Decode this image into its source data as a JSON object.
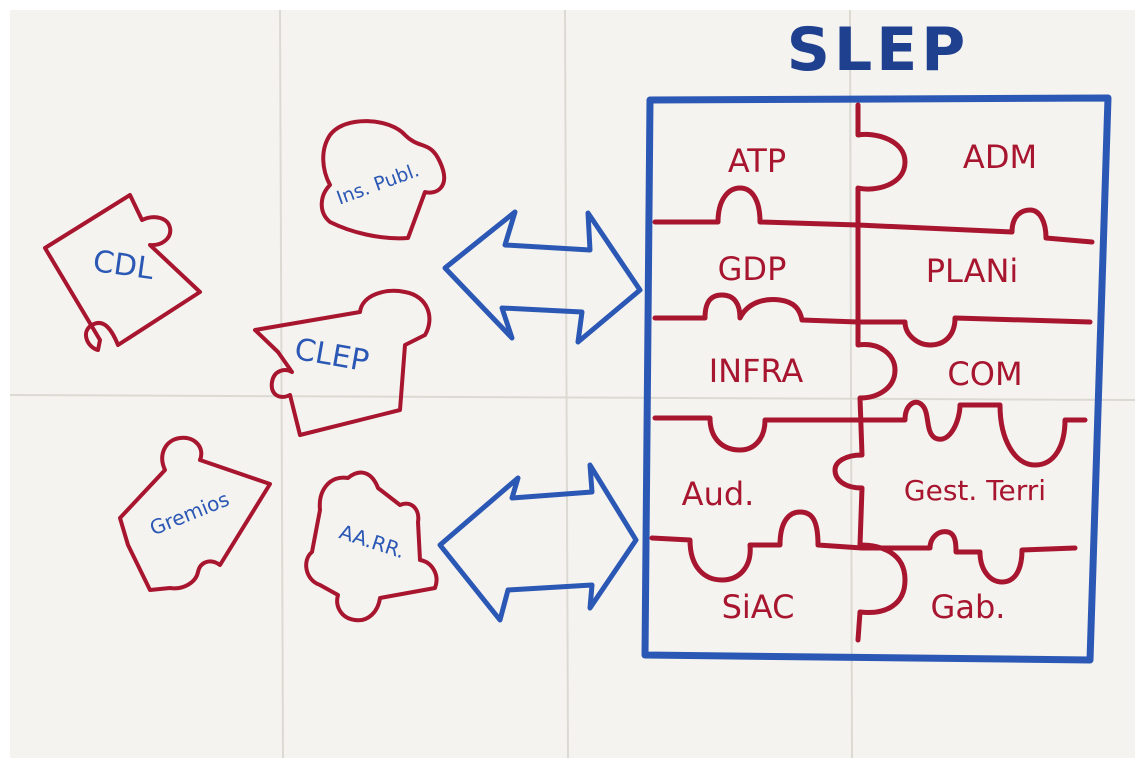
{
  "title": "SLEP",
  "colors": {
    "paper": "#f4f3ef",
    "paper_shadow": "#e6e4de",
    "fold": "#dcd9d2",
    "red": "#a8152f",
    "blue": "#2b57b5",
    "title_blue": "#1f3f8f"
  },
  "external_pieces": [
    {
      "id": "cdl",
      "label": "CDL"
    },
    {
      "id": "ins-publ",
      "label": "Ins. Publ."
    },
    {
      "id": "clep",
      "label": "CLEP"
    },
    {
      "id": "gremios",
      "label": "Gremios"
    },
    {
      "id": "aa-rr",
      "label": "AA.RR."
    }
  ],
  "slep_units": [
    {
      "id": "atp",
      "label": "ATP"
    },
    {
      "id": "adm",
      "label": "ADM"
    },
    {
      "id": "gdp",
      "label": "GDP"
    },
    {
      "id": "plani",
      "label": "PLANi"
    },
    {
      "id": "infra",
      "label": "INFRA"
    },
    {
      "id": "com",
      "label": "COM"
    },
    {
      "id": "aud",
      "label": "Aud."
    },
    {
      "id": "gest-terri",
      "label": "Gest. Terri"
    },
    {
      "id": "siac",
      "label": "SiAC"
    },
    {
      "id": "gab",
      "label": "Gab."
    }
  ],
  "arrows": [
    {
      "id": "upper",
      "icon": "double-arrow-icon"
    },
    {
      "id": "lower",
      "icon": "double-arrow-icon"
    }
  ]
}
